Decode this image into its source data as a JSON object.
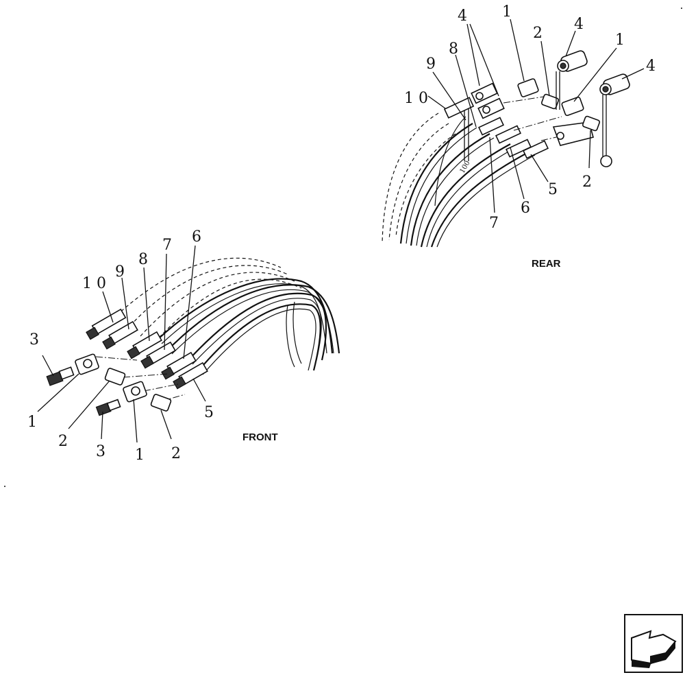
{
  "captions": {
    "front": "FRONT",
    "rear": "REAR"
  },
  "callouts": {
    "front": {
      "n10": "1 0",
      "n9": "9",
      "n8": "8",
      "n7": "7",
      "n6": "6",
      "n5": "5",
      "n3a": "3",
      "n1a": "1",
      "n2a": "2",
      "n3b": "3",
      "n1b": "1",
      "n2b": "2"
    },
    "rear": {
      "n4a": "4",
      "n1a": "1",
      "n2a": "2",
      "n4b": "4",
      "n1b": "1",
      "n4c": "4",
      "n9": "9",
      "n8": "8",
      "n10": "1 0",
      "n7": "7",
      "n6": "6",
      "n5": "5",
      "n2b": "2"
    }
  },
  "icons": {
    "nav_arrow": "back-arrow-icon"
  }
}
